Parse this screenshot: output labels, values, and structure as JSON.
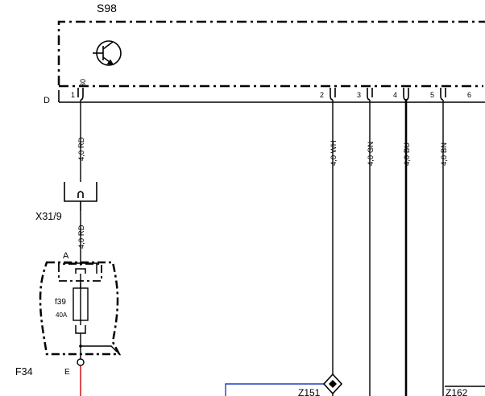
{
  "module": {
    "id": "S98",
    "terminal_30": "30",
    "connector_letter": "D",
    "pins": [
      "1",
      "2",
      "3",
      "4",
      "5",
      "6"
    ]
  },
  "wires": [
    {
      "label": "4,0 RD"
    },
    {
      "label": "4,0 RD"
    },
    {
      "label": "4,0 WH"
    },
    {
      "label": "4,0 GN"
    },
    {
      "label": "4,0 BU"
    },
    {
      "label": "4,0 BN"
    }
  ],
  "connector_x31": {
    "id": "X31/9"
  },
  "fuse_box": {
    "id": "F34",
    "section_letter": "A",
    "fuse_name": "f39",
    "fuse_rating": "40A",
    "terminal_letter": "E"
  },
  "splices": [
    {
      "id": "Z151"
    },
    {
      "id": "Z162"
    }
  ],
  "colors": {
    "line": "#000000",
    "wire_red": "#cc0000",
    "splice_blue": "#1f3fbf"
  }
}
